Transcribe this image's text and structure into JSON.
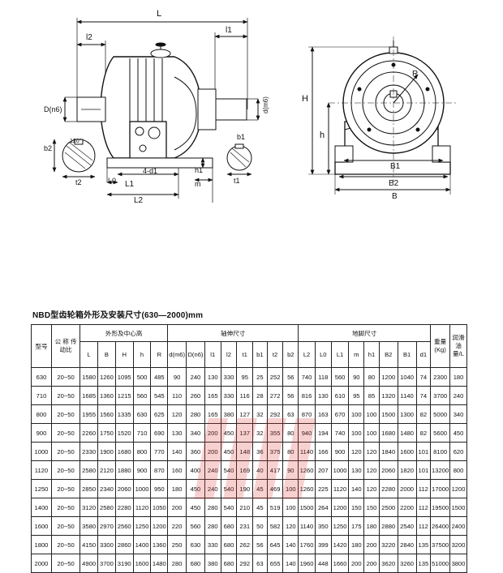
{
  "drawing": {
    "front": {
      "L": "L",
      "l2": "l2",
      "l1": "l1",
      "D": "D(n6)",
      "d": "d(m6)",
      "b2": "b2",
      "t2": "t2",
      "b1": "b1",
      "t1": "t1",
      "angle": "120°",
      "L0": "L0",
      "L1": "L1",
      "L2": "L2",
      "bolts": "4-d1",
      "h1": "h1",
      "m": "m"
    },
    "side": {
      "H": "H",
      "h": "h",
      "R": "R",
      "B1": "B1",
      "B2": "B2",
      "B": "B"
    }
  },
  "title": "NBD型齿轮箱外形及安装尺寸(630—2000)mm",
  "table": {
    "groups": {
      "model": "型号",
      "ratio": "公 称 传动比",
      "outline": "外形及中心高",
      "shaft": "轴伸尺寸",
      "foot": "地脚尺寸",
      "weight": "重量(Kg)",
      "oil": "润滑油量/L"
    },
    "cols": {
      "L": "L",
      "B": "B",
      "H": "H",
      "h": "h",
      "R": "R",
      "d": "d(m6)",
      "D": "D(n6)",
      "l1": "l1",
      "l2": "l2",
      "t1": "t1",
      "b1": "b1",
      "t2": "t2",
      "b2": "b2",
      "L2": "L2",
      "L0": "L0",
      "L1": "L1",
      "m": "m",
      "h1": "h1",
      "B2": "B2",
      "B1": "B1",
      "d1": "d1"
    },
    "rows": [
      [
        "630",
        "20~50",
        "1580",
        "1260",
        "1095",
        "500",
        "485",
        "90",
        "240",
        "130",
        "330",
        "95",
        "25",
        "252",
        "56",
        "740",
        "118",
        "560",
        "90",
        "80",
        "1200",
        "1040",
        "74",
        "2300",
        "180"
      ],
      [
        "710",
        "20~50",
        "1685",
        "1360",
        "1215",
        "560",
        "545",
        "110",
        "260",
        "165",
        "330",
        "116",
        "28",
        "272",
        "56",
        "816",
        "130",
        "610",
        "95",
        "85",
        "1320",
        "1140",
        "74",
        "3700",
        "240"
      ],
      [
        "800",
        "20~50",
        "1955",
        "1560",
        "1335",
        "630",
        "625",
        "120",
        "280",
        "165",
        "380",
        "127",
        "32",
        "292",
        "63",
        "870",
        "163",
        "670",
        "100",
        "100",
        "1500",
        "1300",
        "82",
        "5000",
        "340"
      ],
      [
        "900",
        "20~50",
        "2260",
        "1750",
        "1520",
        "710",
        "690",
        "130",
        "340",
        "200",
        "450",
        "137",
        "32",
        "355",
        "80",
        "940",
        "194",
        "740",
        "100",
        "100",
        "1680",
        "1480",
        "82",
        "5600",
        "450"
      ],
      [
        "1000",
        "20~50",
        "2330",
        "1900",
        "1680",
        "800",
        "770",
        "140",
        "360",
        "200",
        "450",
        "148",
        "36",
        "375",
        "80",
        "1140",
        "166",
        "900",
        "120",
        "120",
        "1840",
        "1600",
        "101",
        "8100",
        "620"
      ],
      [
        "1120",
        "20~50",
        "2580",
        "2120",
        "1880",
        "900",
        "870",
        "160",
        "400",
        "240",
        "540",
        "169",
        "40",
        "417",
        "90",
        "1260",
        "207",
        "1000",
        "130",
        "120",
        "2060",
        "1820",
        "101",
        "13200",
        "800"
      ],
      [
        "1250",
        "20~50",
        "2850",
        "2340",
        "2060",
        "1000",
        "950",
        "180",
        "450",
        "240",
        "540",
        "190",
        "45",
        "469",
        "100",
        "1260",
        "225",
        "1120",
        "140",
        "120",
        "2280",
        "2000",
        "112",
        "17000",
        "1200"
      ],
      [
        "1400",
        "20~50",
        "3120",
        "2580",
        "2280",
        "1120",
        "1050",
        "200",
        "450",
        "280",
        "540",
        "210",
        "45",
        "519",
        "100",
        "1500",
        "264",
        "1200",
        "150",
        "150",
        "2500",
        "2200",
        "112",
        "19500",
        "1500"
      ],
      [
        "1600",
        "20~50",
        "3580",
        "2970",
        "2560",
        "1250",
        "1200",
        "220",
        "560",
        "280",
        "680",
        "231",
        "50",
        "582",
        "120",
        "1140",
        "350",
        "1250",
        "175",
        "180",
        "2880",
        "2540",
        "112",
        "26400",
        "2400"
      ],
      [
        "1800",
        "20~50",
        "4150",
        "3300",
        "2860",
        "1400",
        "1360",
        "250",
        "630",
        "330",
        "680",
        "262",
        "56",
        "645",
        "140",
        "1760",
        "399",
        "1420",
        "180",
        "200",
        "3220",
        "2840",
        "135",
        "37500",
        "3200"
      ],
      [
        "2000",
        "20~50",
        "4900",
        "3700",
        "3190",
        "1600",
        "1480",
        "280",
        "680",
        "380",
        "680",
        "292",
        "63",
        "655",
        "140",
        "1960",
        "448",
        "1660",
        "200",
        "200",
        "3620",
        "3260",
        "135",
        "51000",
        "3800"
      ]
    ]
  }
}
